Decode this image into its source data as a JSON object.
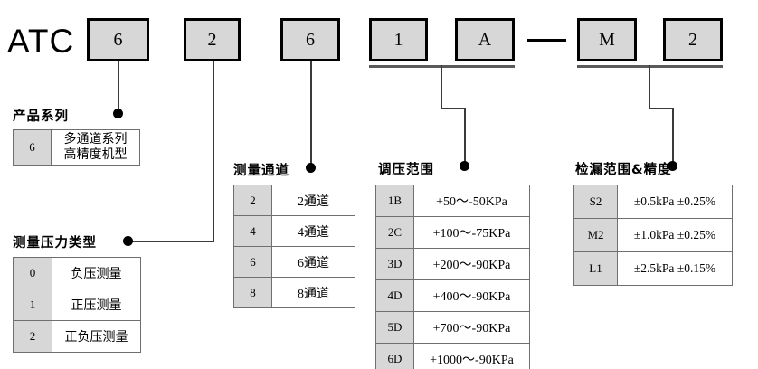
{
  "brand": "ATC",
  "model_boxes": [
    {
      "name": "series",
      "value": "6"
    },
    {
      "name": "pressure-type",
      "value": "2"
    },
    {
      "name": "channels",
      "value": "6"
    },
    {
      "name": "regulation-range-1",
      "value": "1"
    },
    {
      "name": "regulation-range-2",
      "value": "A"
    },
    {
      "name": "leak-range-1",
      "value": "M"
    },
    {
      "name": "leak-range-2",
      "value": "2"
    }
  ],
  "separator": "—",
  "sections": {
    "product_series": {
      "title": "产品系列",
      "rows": [
        {
          "code": "6",
          "desc_line1": "多通道系列",
          "desc_line2": "高精度机型"
        }
      ]
    },
    "pressure_type": {
      "title": "测量压力类型",
      "rows": [
        {
          "code": "0",
          "desc": "负压测量"
        },
        {
          "code": "1",
          "desc": "正压测量"
        },
        {
          "code": "2",
          "desc": "正负压测量"
        }
      ]
    },
    "channels": {
      "title": "测量通道",
      "rows": [
        {
          "code": "2",
          "desc": "2通道"
        },
        {
          "code": "4",
          "desc": "4通道"
        },
        {
          "code": "6",
          "desc": "6通道"
        },
        {
          "code": "8",
          "desc": "8通道"
        }
      ]
    },
    "regulation_range": {
      "title": "调压范围",
      "rows": [
        {
          "code": "1B",
          "desc": "+50～-50KPa"
        },
        {
          "code": "2C",
          "desc": "+100～-75KPa"
        },
        {
          "code": "3D",
          "desc": "+200～-90KPa"
        },
        {
          "code": "4D",
          "desc": "+400～-90KPa"
        },
        {
          "code": "5D",
          "desc": "+700～-90KPa"
        },
        {
          "code": "6D",
          "desc": "+1000～-90KPa"
        }
      ]
    },
    "leak_range": {
      "title": "检漏范围&精度",
      "rows": [
        {
          "code": "S2",
          "range": "±0.5kPa",
          "accuracy": "±0.25%"
        },
        {
          "code": "M2",
          "range": "±1.0kPa",
          "accuracy": "±0.25%"
        },
        {
          "code": "L1",
          "range": "±2.5kPa",
          "accuracy": "±0.15%"
        }
      ]
    }
  }
}
